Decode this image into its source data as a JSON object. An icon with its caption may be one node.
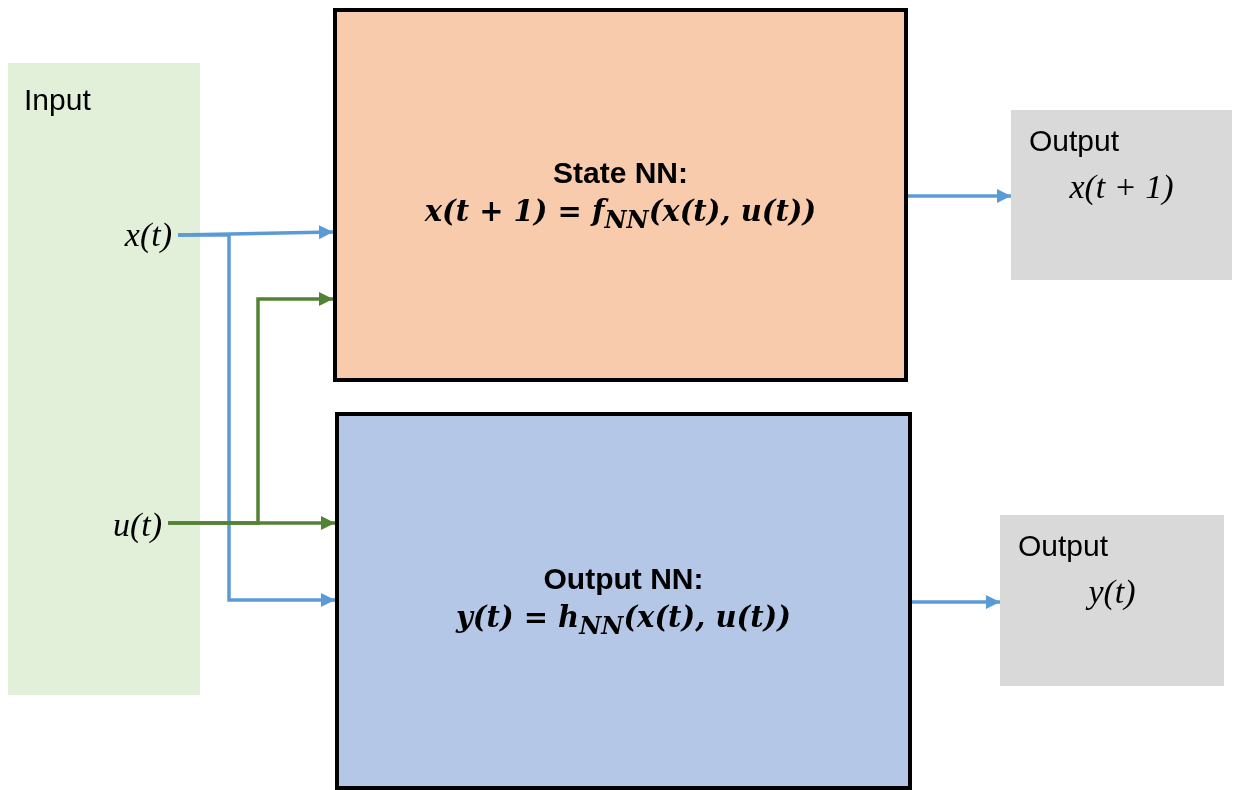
{
  "diagram": {
    "nodes": [
      {
        "text": [
          "Input"
        ]
      },
      {
        "text": [
          "x(t)"
        ],
        "in": 0
      },
      {
        "text": [
          "u(t)"
        ],
        "in": 0
      },
      {
        "text": [
          "State NN:",
          "x(t + 1)  = f$_{NN}$(x(t), u(t))"
        ]
      },
      {
        "text": [
          "Output NN:",
          "y(t)  = h$_{NN}$(x(t), u(t))"
        ]
      },
      {
        "text": [
          "Output",
          "x(t + 1)"
        ]
      },
      {
        "text": [
          "Output",
          "y(t)"
        ]
      }
    ],
    "edges": [
      {
        "from": 1,
        "to": 3,
        "arrow": "to"
      },
      {
        "from": 1,
        "to": 4,
        "arrow": "to"
      },
      {
        "from": 2,
        "to": 3,
        "arrow": "to",
        "color": "#548235"
      },
      {
        "from": 2,
        "to": 4,
        "arrow": "to",
        "color": "#548235"
      },
      {
        "from": 3,
        "to": 5,
        "arrow": "to"
      },
      {
        "from": 4,
        "to": 6,
        "arrow": "to"
      }
    ]
  }
}
